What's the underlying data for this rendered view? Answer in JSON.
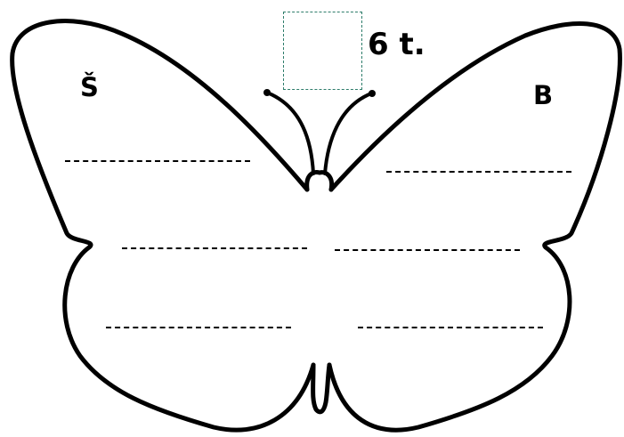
{
  "worksheet": {
    "points_label": "6 t.",
    "left_wing_letter": "Š",
    "right_wing_letter": "B",
    "answer_box_value": "",
    "blanks": [
      {
        "id": "upper-left",
        "value": ""
      },
      {
        "id": "upper-right",
        "value": ""
      },
      {
        "id": "middle-left",
        "value": ""
      },
      {
        "id": "middle-right",
        "value": ""
      },
      {
        "id": "lower-left",
        "value": ""
      },
      {
        "id": "lower-right",
        "value": ""
      }
    ]
  },
  "colors": {
    "outline": "#000000",
    "answer_box_border": "#2e7d6b"
  },
  "icons": {
    "butterfly": "butterfly-outline"
  }
}
